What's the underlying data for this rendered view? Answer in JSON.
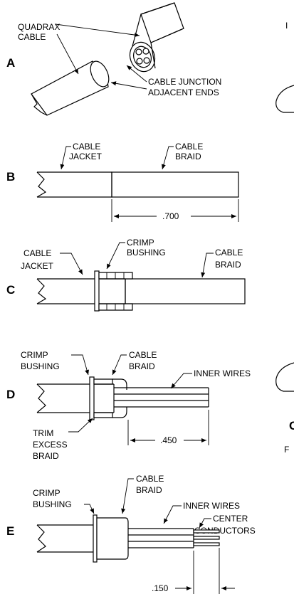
{
  "steps": {
    "a": "A",
    "b": "B",
    "c": "C",
    "d": "D",
    "e": "E"
  },
  "labels": {
    "a_quadrax_1": "QUADRAX",
    "a_quadrax_2": "CABLE",
    "a_junction_1": "CABLE JUNCTION",
    "a_junction_2": "ADJACENT ENDS",
    "b_jacket_1": "CABLE",
    "b_jacket_2": "JACKET",
    "b_braid_1": "CABLE",
    "b_braid_2": "BRAID",
    "b_dim": ".700",
    "c_jacket_1": "CABLE",
    "c_jacket_2": "JACKET",
    "c_bushing_1": "CRIMP",
    "c_bushing_2": "BUSHING",
    "c_braid_1": "CABLE",
    "c_braid_2": "BRAID",
    "d_bushing_1": "CRIMP",
    "d_bushing_2": "BUSHING",
    "d_braid_1": "CABLE",
    "d_braid_2": "BRAID",
    "d_inner": "INNER WIRES",
    "d_trim_1": "TRIM",
    "d_trim_2": "EXCESS",
    "d_trim_3": "BRAID",
    "d_dim": ".450",
    "e_bushing_1": "CRIMP",
    "e_bushing_2": "BUSHING",
    "e_braid_1": "CABLE",
    "e_braid_2": "BRAID",
    "e_inner": "INNER WIRES",
    "e_center_1": "CENTER",
    "e_center_2": "CONDUCTORS",
    "e_dim": ".150",
    "right_f": "F",
    "right_c": "C",
    "right_i": "I"
  }
}
